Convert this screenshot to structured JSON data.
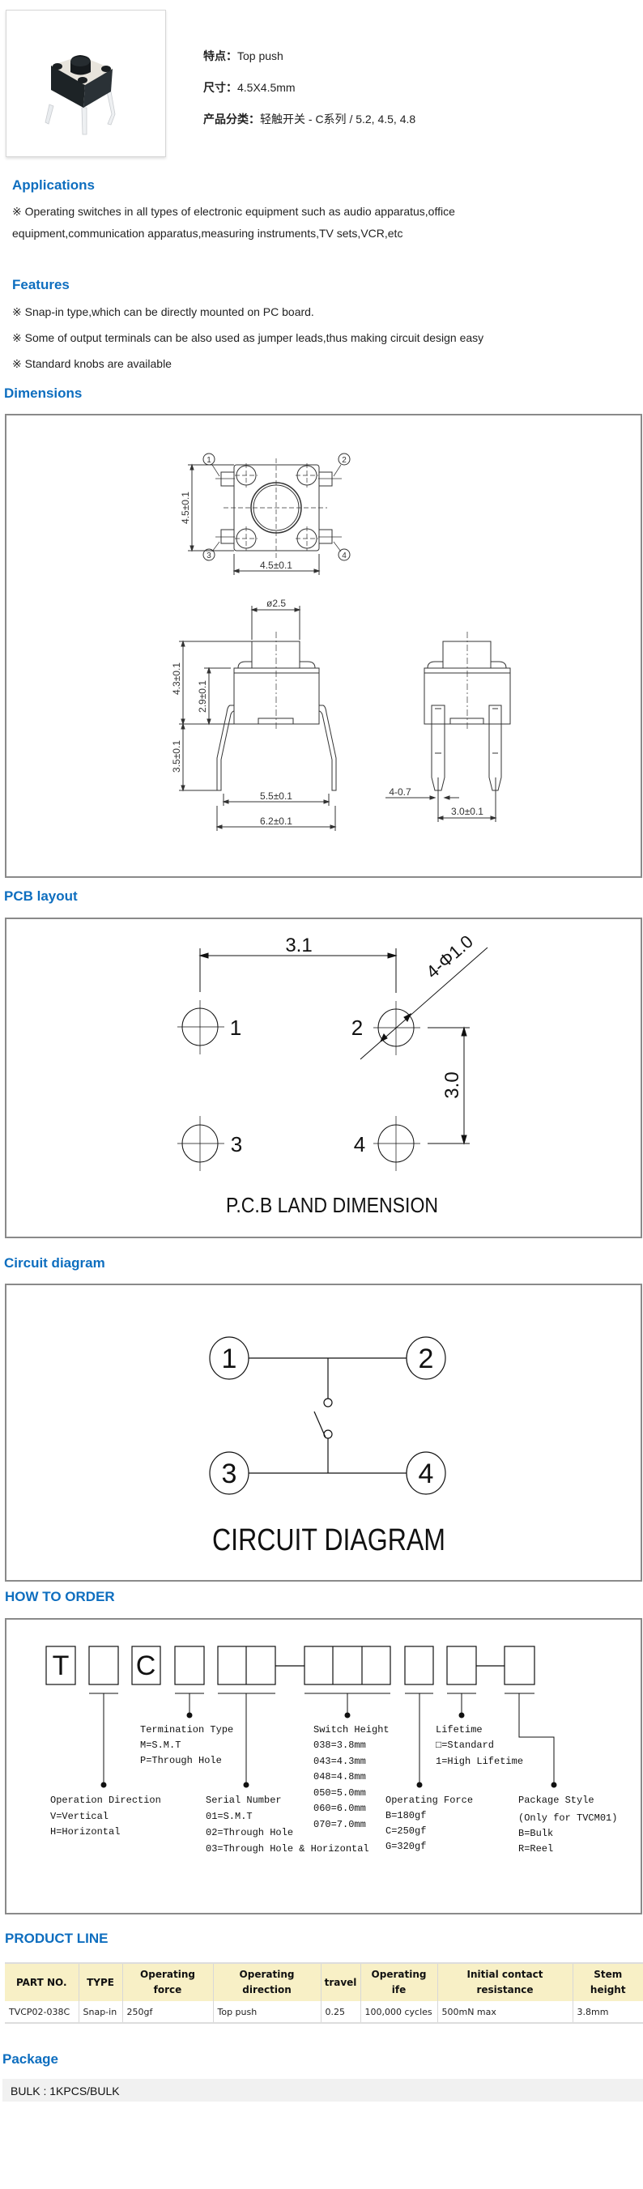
{
  "product": {
    "photo_icon": "tactile-switch-photo",
    "feature_label": "特点：",
    "feature_value": "Top push",
    "size_label": "尺寸：",
    "size_value": "4.5X4.5mm",
    "category_label": "产品分类：",
    "category_value": "轻触开关 - C系列 / 5.2, 4.5, 4.8"
  },
  "applications": {
    "title": "Applications",
    "lines": [
      "※ Operating switches in all types of electronic equipment such as audio apparatus,office",
      "equipment,communication apparatus,measuring instruments,TV sets,VCR,etc"
    ]
  },
  "features": {
    "title": "Features",
    "items": [
      "※ Snap-in type,which can be directly mounted on PC board.",
      "※ Some of output terminals can be also used as jumper leads,thus making circuit design easy",
      "※ Standard knobs are available"
    ]
  },
  "dimensions": {
    "title": "Dimensions",
    "pin_labels": [
      "1",
      "2",
      "3",
      "4"
    ],
    "top_height": "4.5±0.1",
    "top_width": "4.5±0.1",
    "stem_dia": "ø2.5",
    "total_height": "4.3±0.1",
    "body_height": "2.9±0.1",
    "pin_length": "3.5±0.1",
    "inner_span": "5.5±0.1",
    "outer_span": "6.2±0.1",
    "pin_width": "4-0.7",
    "pin_pitch": "3.0±0.1"
  },
  "pcb": {
    "title": "PCB layout",
    "pad_labels": [
      "1",
      "2",
      "3",
      "4"
    ],
    "h_dim": "3.1",
    "v_dim": "3.0",
    "hole_dim": "4-Φ1.0",
    "caption": "P.C.B LAND DIMENSION"
  },
  "circuit": {
    "title": "Circuit diagram",
    "terminals": [
      "1",
      "2",
      "3",
      "4"
    ],
    "caption": "CIRCUIT DIAGRAM"
  },
  "order": {
    "title": "HOW TO ORDER",
    "fixed_chars": [
      "T",
      "C"
    ],
    "termination": [
      "Termination Type",
      "M=S.M.T",
      "P=Through Hole"
    ],
    "switch_height": [
      "Switch Height",
      "038=3.8mm",
      "043=4.3mm",
      "048=4.8mm",
      "050=5.0mm",
      "060=6.0mm",
      "070=7.0mm"
    ],
    "lifetime": [
      "Lifetime",
      "□=Standard",
      "1=High Lifetime"
    ],
    "direction": [
      "Operation Direction",
      "V=Vertical",
      "H=Horizontal"
    ],
    "serial": [
      "Serial Number",
      "01=S.M.T",
      "02=Through Hole",
      "03=Through Hole & Horizontal"
    ],
    "force": [
      "Operating Force",
      "B=180gf",
      "C=250gf",
      "G=320gf"
    ],
    "package": [
      "Package Style",
      "(Only for TVCM01)",
      "B=Bulk",
      "R=Reel"
    ]
  },
  "product_line": {
    "title": "PRODUCT LINE",
    "headers": [
      "PART NO.",
      "TYPE",
      "Operating force",
      "Operating direction",
      "travel",
      "Operating ife",
      "Initial contact resistance",
      "Stem height"
    ],
    "rows": [
      [
        "TVCP02-038C",
        "Snap-in",
        "250gf",
        "Top push",
        "0.25",
        "100,000 cycles",
        "500mN max",
        "3.8mm"
      ]
    ],
    "header_bg": "#f8f0c6"
  },
  "package": {
    "title": "Package",
    "text": "BULK : 1KPCS/BULK"
  },
  "colors": {
    "heading": "#0e6ebf",
    "frame": "#8a8a8a"
  }
}
